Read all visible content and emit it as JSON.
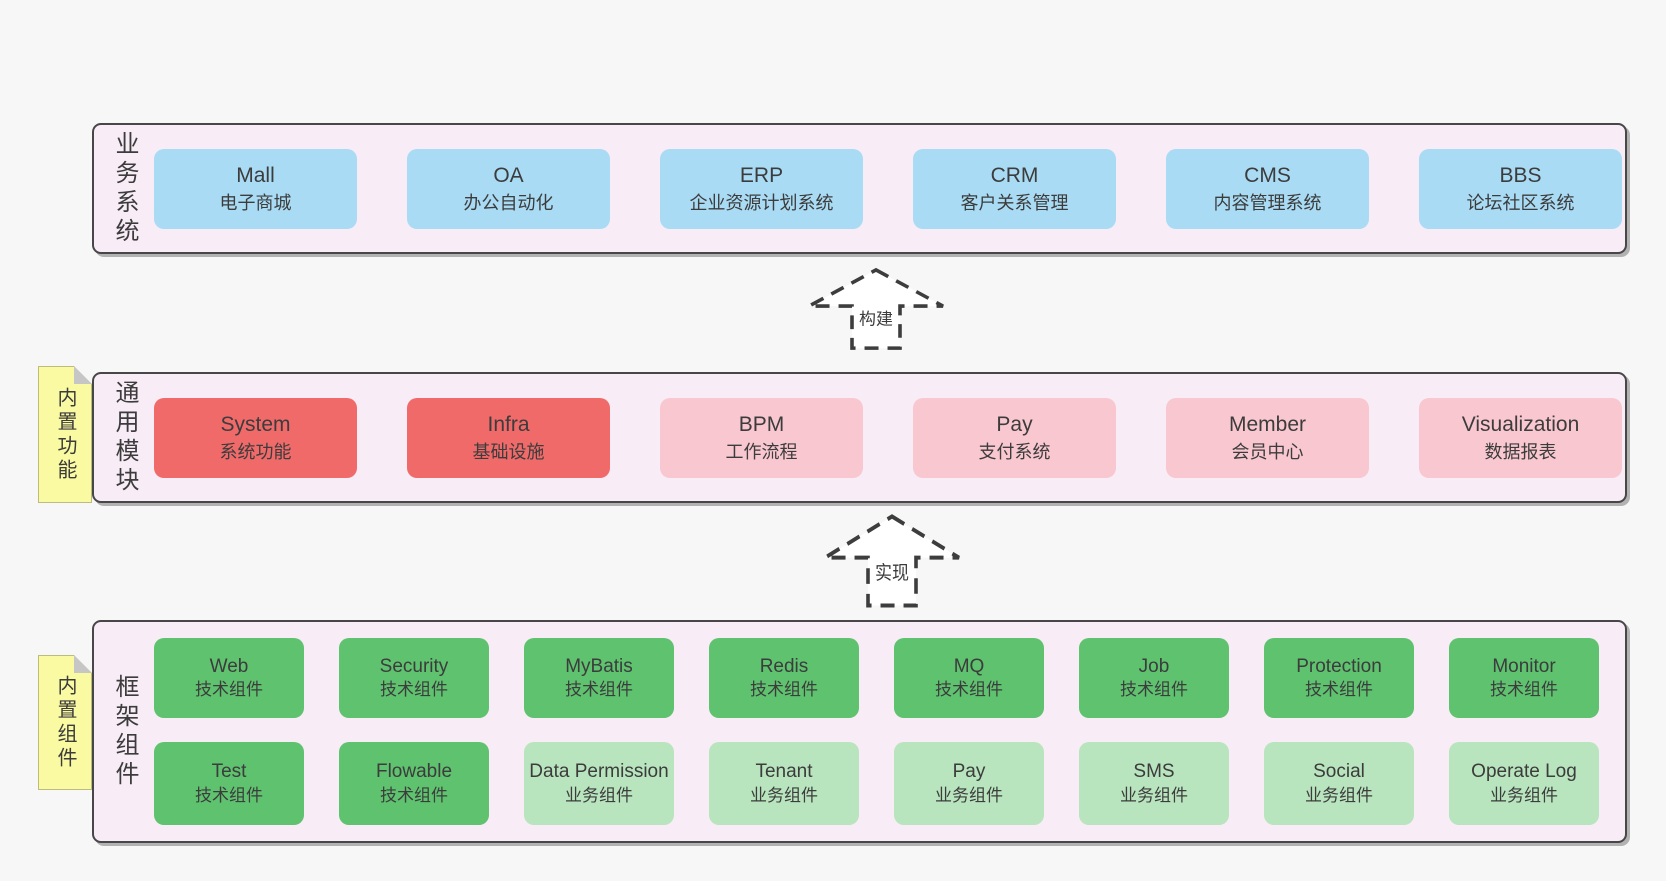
{
  "arrows": [
    {
      "label": "构建"
    },
    {
      "label": "实现"
    }
  ],
  "layers": {
    "business": {
      "label": "业务系统",
      "boxes": [
        {
          "en": "Mall",
          "zh": "电子商城"
        },
        {
          "en": "OA",
          "zh": "办公自动化"
        },
        {
          "en": "ERP",
          "zh": "企业资源计划系统"
        },
        {
          "en": "CRM",
          "zh": "客户关系管理"
        },
        {
          "en": "CMS",
          "zh": "内容管理系统"
        },
        {
          "en": "BBS",
          "zh": "论坛社区系统"
        }
      ]
    },
    "modules": {
      "label": "通用模块",
      "sticky": "内置功能",
      "boxes": [
        {
          "en": "System",
          "zh": "系统功能",
          "variant": "red"
        },
        {
          "en": "Infra",
          "zh": "基础设施",
          "variant": "red"
        },
        {
          "en": "BPM",
          "zh": "工作流程",
          "variant": "pink"
        },
        {
          "en": "Pay",
          "zh": "支付系统",
          "variant": "pink"
        },
        {
          "en": "Member",
          "zh": "会员中心",
          "variant": "pink"
        },
        {
          "en": "Visualization",
          "zh": "数据报表",
          "variant": "pink"
        }
      ]
    },
    "framework": {
      "label": "框架组件",
      "sticky": "内置组件",
      "row1": [
        {
          "en": "Web",
          "zh": "技术组件",
          "variant": "green"
        },
        {
          "en": "Security",
          "zh": "技术组件",
          "variant": "green"
        },
        {
          "en": "MyBatis",
          "zh": "技术组件",
          "variant": "green"
        },
        {
          "en": "Redis",
          "zh": "技术组件",
          "variant": "green"
        },
        {
          "en": "MQ",
          "zh": "技术组件",
          "variant": "green"
        },
        {
          "en": "Job",
          "zh": "技术组件",
          "variant": "green"
        },
        {
          "en": "Protection",
          "zh": "技术组件",
          "variant": "green"
        },
        {
          "en": "Monitor",
          "zh": "技术组件",
          "variant": "green"
        }
      ],
      "row2": [
        {
          "en": "Test",
          "zh": "技术组件",
          "variant": "green"
        },
        {
          "en": "Flowable",
          "zh": "技术组件",
          "variant": "green"
        },
        {
          "en": "Data Permission",
          "zh": "业务组件",
          "variant": "lightgreen"
        },
        {
          "en": "Tenant",
          "zh": "业务组件",
          "variant": "lightgreen"
        },
        {
          "en": "Pay",
          "zh": "业务组件",
          "variant": "lightgreen"
        },
        {
          "en": "SMS",
          "zh": "业务组件",
          "variant": "lightgreen"
        },
        {
          "en": "Social",
          "zh": "业务组件",
          "variant": "lightgreen"
        },
        {
          "en": "Operate Log",
          "zh": "业务组件",
          "variant": "lightgreen"
        }
      ]
    }
  },
  "colors": {
    "page_bg": "#f7f7f7",
    "container_bg": "#f8edf6",
    "container_border": "#474747",
    "blue_box": "#a9dbf4",
    "red_box": "#f16a6a",
    "pink_box": "#f9c7cf",
    "green_box": "#5ec26f",
    "light_green_box": "#b8e4be",
    "sticky_yellow": "#fafaa2",
    "sticky_fold": "#c6c6c6",
    "text": "#3c3c3c"
  }
}
